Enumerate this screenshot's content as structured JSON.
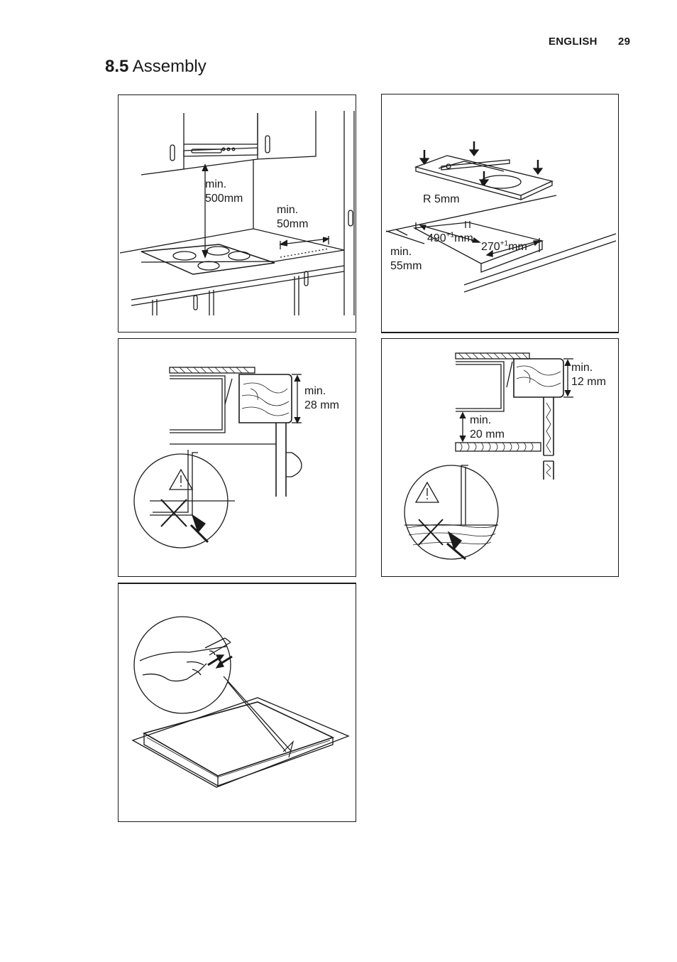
{
  "header": {
    "language": "ENGLISH",
    "page_number": "29"
  },
  "section": {
    "number": "8.5",
    "title": "Assembly"
  },
  "figures": {
    "hood_clearance": {
      "vertical_line1": "min.",
      "vertical_line2": "500mm",
      "side_line1": "min.",
      "side_line2": "50mm"
    },
    "cutout": {
      "radius": "R 5mm",
      "width_value": "490",
      "width_tolerance": "+1",
      "width_unit": "mm",
      "depth_value": "270",
      "depth_tolerance": "+1",
      "depth_unit": "mm",
      "edge_line1": "min.",
      "edge_line2": "55mm"
    },
    "worktop_thickness": {
      "line1": "min.",
      "line2": "28 mm"
    },
    "oven_gap": {
      "top_line1": "min.",
      "top_line2": "12 mm",
      "gap_line1": "min.",
      "gap_line2": "20 mm"
    },
    "seal": {}
  }
}
